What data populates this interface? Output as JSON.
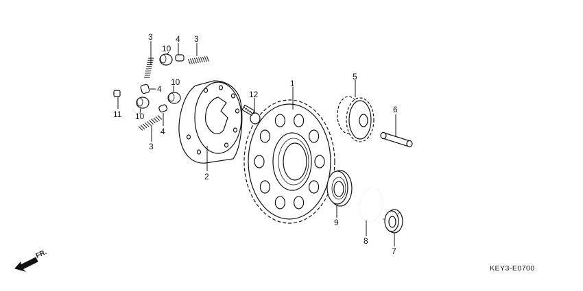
{
  "callouts": [
    {
      "id": "c1",
      "text": "1"
    },
    {
      "id": "c2",
      "text": "2"
    },
    {
      "id": "c3a",
      "text": "3"
    },
    {
      "id": "c3b",
      "text": "3"
    },
    {
      "id": "c3c",
      "text": "3"
    },
    {
      "id": "c4a",
      "text": "4"
    },
    {
      "id": "c4b",
      "text": "4"
    },
    {
      "id": "c4c",
      "text": "4"
    },
    {
      "id": "c5",
      "text": "5"
    },
    {
      "id": "c6",
      "text": "6"
    },
    {
      "id": "c7",
      "text": "7"
    },
    {
      "id": "c8",
      "text": "8"
    },
    {
      "id": "c9",
      "text": "9"
    },
    {
      "id": "c10a",
      "text": "10"
    },
    {
      "id": "c10b",
      "text": "10"
    },
    {
      "id": "c10c",
      "text": "10"
    },
    {
      "id": "c11",
      "text": "11"
    },
    {
      "id": "c12",
      "text": "12"
    }
  ],
  "direction": {
    "label": "FR.",
    "icon": "front-direction-arrow-icon"
  },
  "diagram_code": "KEY3-E0700"
}
